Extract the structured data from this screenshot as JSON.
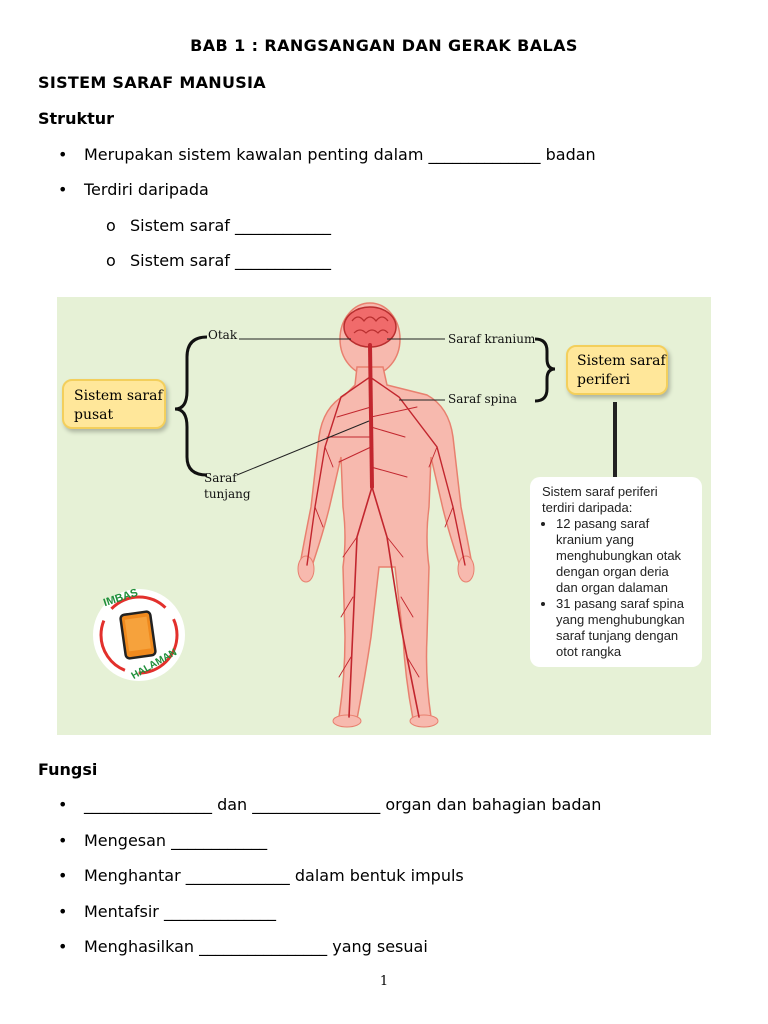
{
  "header": {
    "title": "BAB 1 : RANGSANGAN DAN GERAK BALAS",
    "section": "SISTEM SARAF MANUSIA"
  },
  "struktur": {
    "heading": "Struktur",
    "bullets": [
      "Merupakan sistem kawalan penting dalam ______________ badan",
      "Terdiri daripada"
    ],
    "sub_items": [
      "Sistem saraf ____________",
      "Sistem saraf ____________"
    ]
  },
  "diagram": {
    "label_otak": "Otak",
    "label_saraf_tunjang_1": "Saraf",
    "label_saraf_tunjang_2": "tunjang",
    "label_saraf_kranium": "Saraf kranium",
    "label_saraf_spina": "Saraf spina",
    "box_pusat_1": "Sistem saraf",
    "box_pusat_2": "pusat",
    "box_periferi_1": "Sistem saraf",
    "box_periferi_2": "periferi",
    "info_intro_1": "Sistem saraf periferi",
    "info_intro_2": "terdiri daripada:",
    "info_items": [
      [
        "12 pasang saraf",
        "kranium yang",
        "menghubungkan otak",
        "dengan organ deria",
        "dan organ dalaman"
      ],
      [
        "31 pasang saraf spina",
        "yang menghubungkan",
        "saraf tunjang dengan",
        "otot rangka"
      ]
    ],
    "badge_top": "IMBAS",
    "badge_bottom": "HALAMAN",
    "colors": {
      "background": "#e6f1d6",
      "body": "#f7b9ae",
      "nerve": "#c2262e",
      "brain": "#f06b6b",
      "box_fill": "#ffe79a",
      "badge_red": "#e2302c",
      "badge_orange": "#f08a1e",
      "badge_green": "#1f8f3a"
    }
  },
  "fungsi": {
    "heading": "Fungsi",
    "bullets": [
      "________________ dan ________________ organ dan bahagian badan",
      "Mengesan ____________",
      "Menghantar _____________ dalam bentuk impuls",
      "Mentafsir ______________",
      "Menghasilkan ________________ yang sesuai"
    ]
  },
  "footer": {
    "page_number": "1"
  }
}
